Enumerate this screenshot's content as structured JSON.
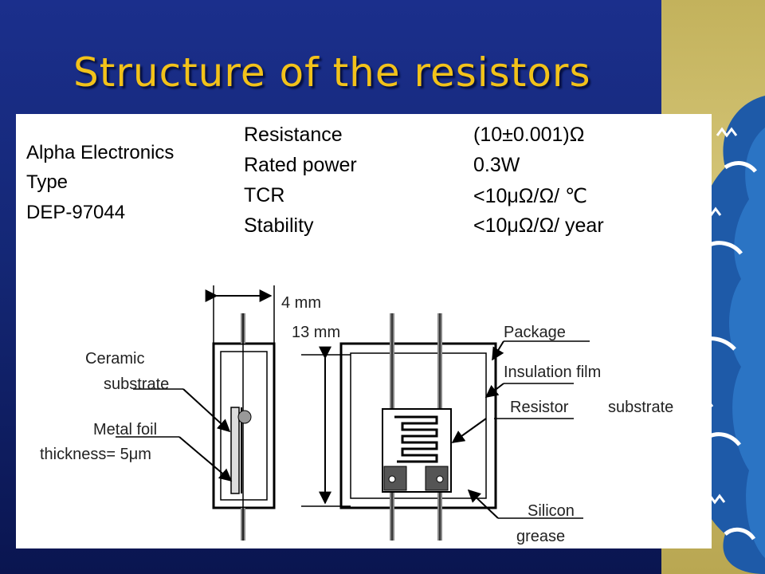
{
  "title": "Structure of the resistors",
  "manufacturer": {
    "line1": "Alpha Electronics",
    "line2": "Type",
    "line3": "DEP-97044"
  },
  "specs": [
    {
      "label": "Resistance",
      "value": "(10±0.001)Ω"
    },
    {
      "label": "Rated power",
      "value": "0.3W"
    },
    {
      "label": "TCR",
      "value": "<10μΩ/Ω/ ℃"
    },
    {
      "label": "Stability",
      "value": "<10μΩ/Ω/ year"
    }
  ],
  "diagram": {
    "width_label": "4 mm",
    "height_label": "13 mm",
    "ceramic_line1": "Ceramic",
    "ceramic_line2": "substrate",
    "foil_line1": "Metal foil",
    "foil_line2": "thickness= 5μm",
    "package": "Package",
    "insulation": "Insulation film",
    "resistor": "Resistor",
    "substrate": "substrate",
    "silicon": "Silicon",
    "grease": "grease"
  },
  "colors": {
    "background": "#142775",
    "title": "#f2c21a",
    "side_band": "#c3b25c",
    "wave": "#1e5aa8"
  }
}
